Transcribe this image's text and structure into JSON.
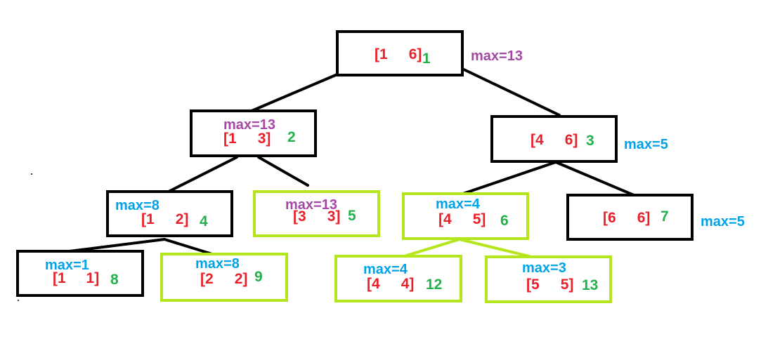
{
  "colors": {
    "interval": "#e8202a",
    "index": "#22b14c",
    "max_purple": "#a349a4",
    "max_blue": "#00a2e8",
    "border_black": "#000000",
    "border_green": "#b5e61d",
    "edge_black": "#000000",
    "edge_green": "#b5e61d"
  },
  "nodes": [
    {
      "id": 1,
      "lo": "1",
      "hi": "6",
      "index": "1",
      "max": "max=13",
      "max_color": "purple",
      "border": "black"
    },
    {
      "id": 2,
      "lo": "1",
      "hi": "3",
      "index": "2",
      "max": "max=13",
      "max_color": "purple",
      "border": "black"
    },
    {
      "id": 3,
      "lo": "4",
      "hi": "6",
      "index": "3",
      "max": "max=5",
      "max_color": "blue",
      "border": "black"
    },
    {
      "id": 4,
      "lo": "1",
      "hi": "2",
      "index": "4",
      "max": "max=8",
      "max_color": "blue",
      "border": "black"
    },
    {
      "id": 5,
      "lo": "3",
      "hi": "3",
      "index": "5",
      "max": "max=13",
      "max_color": "purple",
      "border": "green"
    },
    {
      "id": 6,
      "lo": "4",
      "hi": "5",
      "index": "6",
      "max": "max=4",
      "max_color": "blue",
      "border": "green"
    },
    {
      "id": 7,
      "lo": "6",
      "hi": "6",
      "index": "7",
      "max": "max=5",
      "max_color": "blue",
      "border": "black"
    },
    {
      "id": 8,
      "lo": "1",
      "hi": "1",
      "index": "8",
      "max": "max=1",
      "max_color": "blue",
      "border": "black"
    },
    {
      "id": 9,
      "lo": "2",
      "hi": "2",
      "index": "9",
      "max": "max=8",
      "max_color": "blue",
      "border": "green"
    },
    {
      "id": 12,
      "lo": "4",
      "hi": "4",
      "index": "12",
      "max": "max=4",
      "max_color": "blue",
      "border": "green"
    },
    {
      "id": 13,
      "lo": "5",
      "hi": "5",
      "index": "13",
      "max": "max=3",
      "max_color": "blue",
      "border": "green"
    }
  ],
  "edges": [
    {
      "from": 1,
      "to": 2,
      "color": "black"
    },
    {
      "from": 1,
      "to": 3,
      "color": "black"
    },
    {
      "from": 2,
      "to": 4,
      "color": "black"
    },
    {
      "from": 2,
      "to": 5,
      "color": "black"
    },
    {
      "from": 3,
      "to": 6,
      "color": "black"
    },
    {
      "from": 3,
      "to": 7,
      "color": "black"
    },
    {
      "from": 4,
      "to": 8,
      "color": "black"
    },
    {
      "from": 4,
      "to": 9,
      "color": "black"
    },
    {
      "from": 6,
      "to": 12,
      "color": "green"
    },
    {
      "from": 6,
      "to": 13,
      "color": "green"
    }
  ]
}
